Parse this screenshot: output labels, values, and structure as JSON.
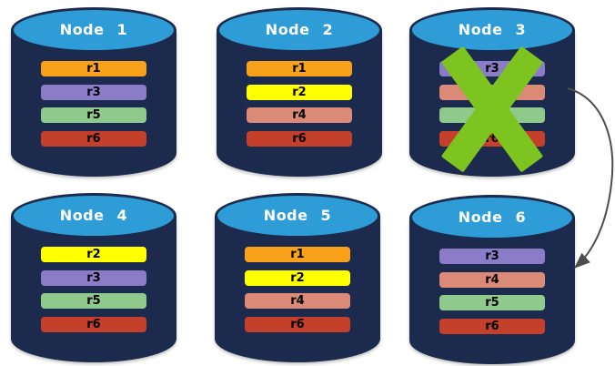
{
  "diagram": {
    "type": "replica-distribution-diagram",
    "nodes": [
      {
        "label": "Node 1",
        "replicas": [
          "r1",
          "r3",
          "r5",
          "r6"
        ],
        "failed": false
      },
      {
        "label": "Node 2",
        "replicas": [
          "r1",
          "r2",
          "r4",
          "r6"
        ],
        "failed": false
      },
      {
        "label": "Node 3",
        "replicas": [
          "r3",
          "r4",
          "r5",
          "r6"
        ],
        "failed": true
      },
      {
        "label": "Node 4",
        "replicas": [
          "r2",
          "r3",
          "r5",
          "r6"
        ],
        "failed": false
      },
      {
        "label": "Node 5",
        "replicas": [
          "r1",
          "r2",
          "r4",
          "r6"
        ],
        "failed": false
      },
      {
        "label": "Node 6",
        "replicas": [
          "r3",
          "r4",
          "r5",
          "r6"
        ],
        "failed": false
      }
    ],
    "arrow": {
      "from": "Node 3",
      "to": "Node 6"
    },
    "colors": {
      "background": "#FFFFFF",
      "cylinder_body": "#1B2A4D",
      "cylinder_top": "#2E9CD6",
      "node_title_text": "#FFFFFF",
      "replica_label_text": "#000000",
      "x_mark": "#7DC421",
      "arrow": "#4D4D4D",
      "replicas": {
        "r1": "#F9A11B",
        "r2": "#FFFF00",
        "r3": "#8B7CC7",
        "r4": "#DC8A78",
        "r5": "#8FC98B",
        "r6": "#C5402A"
      }
    }
  }
}
